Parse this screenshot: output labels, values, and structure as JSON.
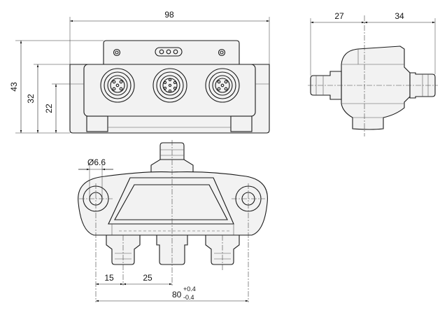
{
  "dimensions": {
    "front_width": "98",
    "front_height_total": "43",
    "front_height_body": "32",
    "front_height_center": "22",
    "side_left": "27",
    "side_right": "34",
    "hole_diameter": "Ø6.6",
    "pitch_first": "15",
    "pitch_second": "25",
    "hole_spacing": "80",
    "tol_plus": "+0.4",
    "tol_minus": "-0.4"
  }
}
